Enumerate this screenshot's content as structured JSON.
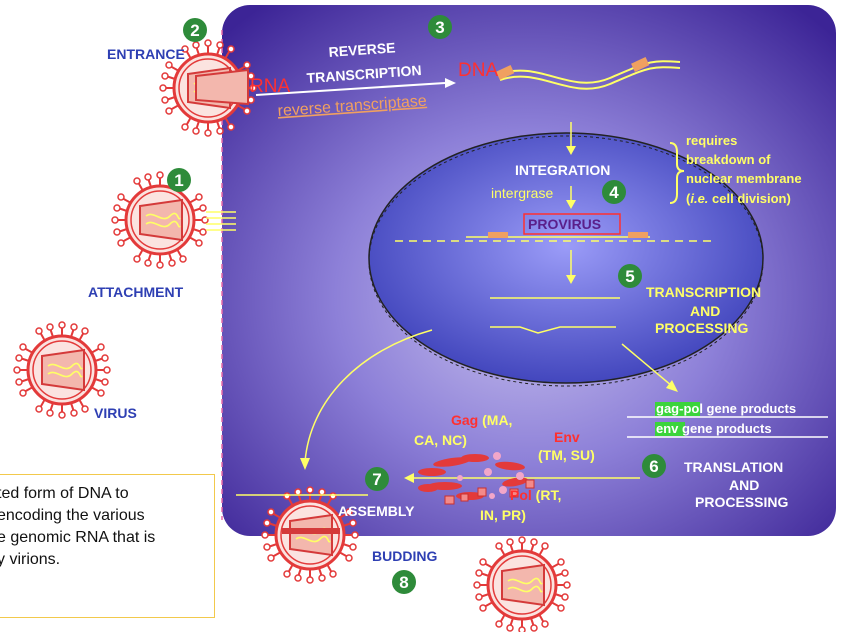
{
  "labels": {
    "entrance": "ENTRANCE",
    "attachment": "ATTACHMENT",
    "virus": "VIRUS",
    "budding": "BUDDING",
    "assembly": "ASSEMBLY",
    "rna": "RNA",
    "dna": "DNA",
    "reverse": "REVERSE",
    "transcription": "TRANSCRIPTION",
    "reverse_transcriptase": "reverse transcriptase",
    "integration": "INTEGRATION",
    "intergrase": "intergrase",
    "provirus": "PROVIRUS",
    "requires_1": "requires",
    "requires_2": "breakdown of",
    "requires_3": "nuclear membrane",
    "requires_4_italic": "i.e.",
    "requires_4_rest": "cell division)",
    "transcription_processing_1": "TRANSCRIPTION",
    "transcription_processing_2": "AND",
    "transcription_processing_3": "PROCESSING",
    "gagpol": "gag-pol",
    "gagpol_rest": " gene products",
    "env": "env",
    "env_rest": " gene products",
    "translation_1": "TRANSLATION",
    "translation_2": "AND",
    "translation_3": "PROCESSING",
    "gag_a": "Gag",
    "gag_b": " (MA,",
    "gag_c": "CA, NC)",
    "env_protein": "Env",
    "env_protein_b": "(TM, SU)",
    "pol_a": "Pol",
    "pol_b": " (RT,",
    "pol_c": "IN, PR)"
  },
  "steps": [
    "1",
    "2",
    "3",
    "4",
    "5",
    "6",
    "7",
    "8"
  ],
  "caption_lines": [
    "ted form of DNA to",
    " encoding the various",
    "e genomic RNA that is",
    "y virions."
  ],
  "colors": {
    "cell": "#4a2ea0",
    "nucleus": "#5a5fd8",
    "step_circle": "#2e8b3a",
    "label_blue": "#2e3fb3",
    "yellow": "#ffff66",
    "red": "#ff3030"
  }
}
